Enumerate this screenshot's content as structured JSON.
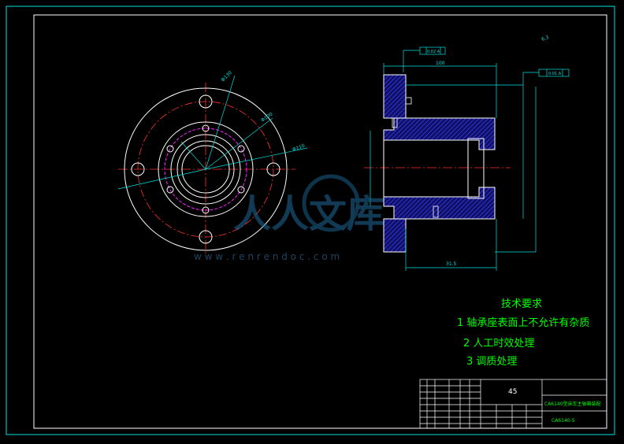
{
  "tech_requirements": {
    "title": "技术要求",
    "items": [
      "1 轴承座表面上不允许有杂质",
      "2 人工时效处理",
      "3 调质处理"
    ]
  },
  "title_block": {
    "material": "45",
    "drawing_name": "CA6140型床车主轴箱装配",
    "drawing_number": "CA6140-5"
  },
  "watermark": {
    "brand": "人人文库",
    "url": "w w w . r e n r e n d o c . c o m"
  },
  "dimensions": {
    "roughness_top": "6.3",
    "length_top": "100",
    "length_bottom": "31.5",
    "dia_left": "Φ100",
    "dia_right": "Φ110",
    "flange_dia": "Φ130",
    "tol_1": "0.02 A",
    "tol_2": "0.01 A"
  },
  "colors": {
    "frame": "#00e0e0",
    "outline": "#ffffff",
    "hatch": "#3030ff",
    "centerline": "#ff2020",
    "bolt_circle": "#ff20ff",
    "text": "#00ff00",
    "dims": "#00e0e0"
  }
}
